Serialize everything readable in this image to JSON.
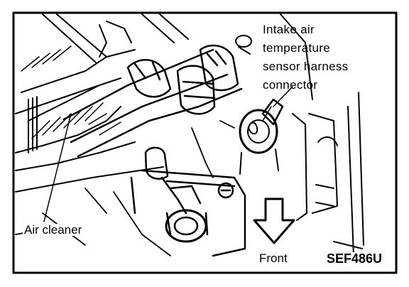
{
  "labels": {
    "sensor_connector": [
      "Intake air",
      "temperature",
      "sensor harness",
      "connector"
    ],
    "air_cleaner": "Air cleaner",
    "front": "Front",
    "figure_code": "SEF486U"
  },
  "colors": {
    "ink": "#000000",
    "paper": "#ffffff"
  }
}
